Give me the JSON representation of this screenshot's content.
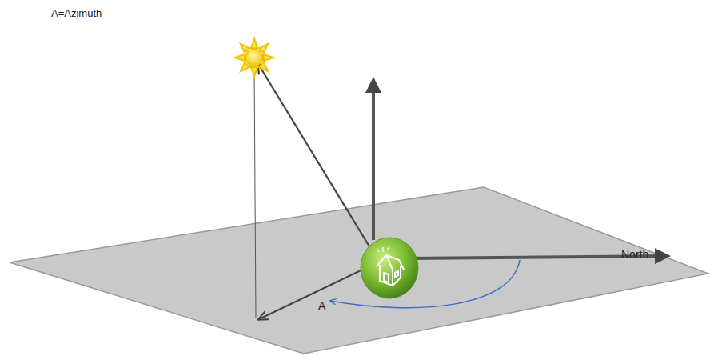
{
  "diagram": {
    "labels": [
      "A=Azimuth",
      "North",
      "A"
    ]
  }
}
